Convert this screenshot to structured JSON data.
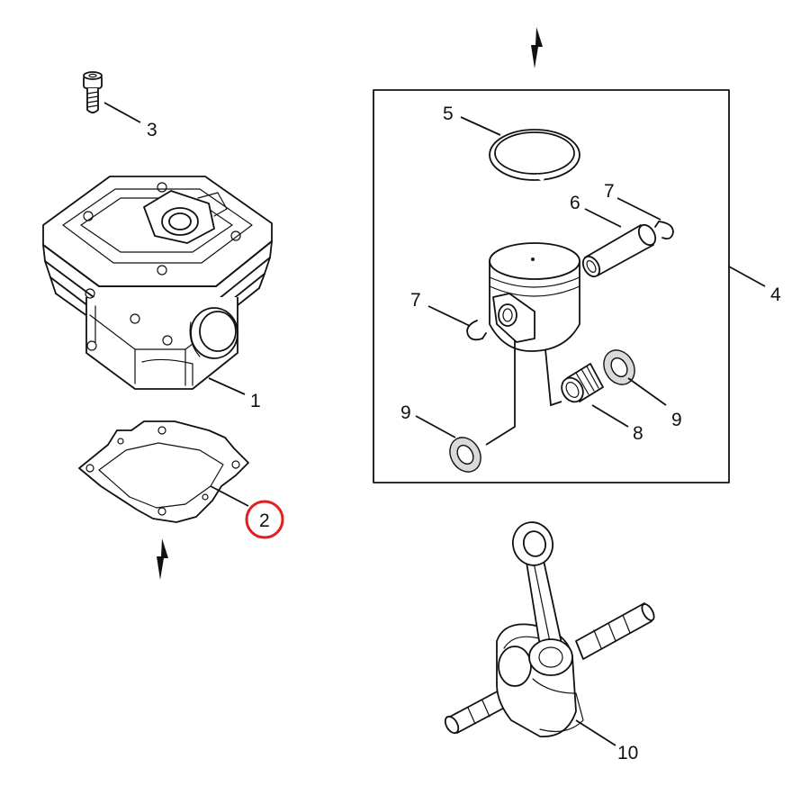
{
  "colors": {
    "line": "#111111",
    "highlight": "#e02020",
    "background": "#ffffff"
  },
  "highlighted_part": "2",
  "callouts": {
    "c1": "1",
    "c2": "2",
    "c3": "3",
    "c4": "4",
    "c5": "5",
    "c6": "6",
    "c7a": "7",
    "c7b": "7",
    "c8": "8",
    "c9a": "9",
    "c9b": "9",
    "c10": "10"
  },
  "icons": {
    "direction_arrow_top": "arrow-down-icon",
    "direction_arrow_left": "arrow-down-icon"
  }
}
